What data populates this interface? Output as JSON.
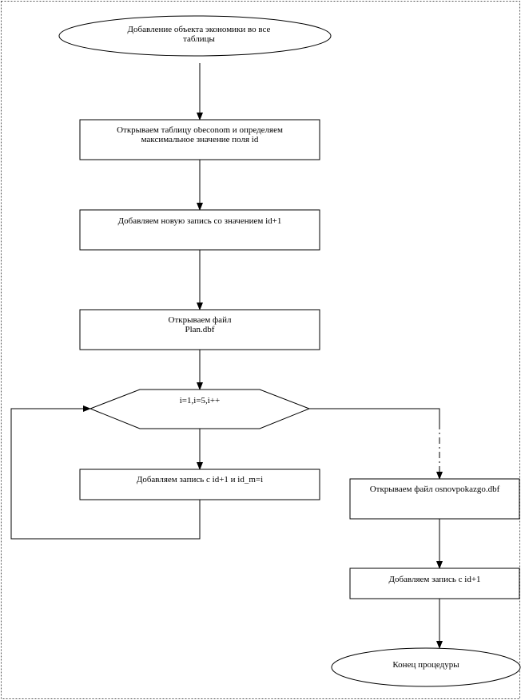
{
  "diagram": {
    "start": "Добавление объекта экономики во все\nтаблицы",
    "step_open_obeconom": "Открываем таблицу obeconom и определяем\nмаксимальное значение поля id",
    "step_add_record": "Добавляем новую запись со значением id+1",
    "step_open_plan": "Открываем файл\nPlan.dbf",
    "loop_condition": "i=1,i=5,i++",
    "step_loop_body": "Добавляем запись с id+1 и id_m=i",
    "step_open_osnov": "Открываем файл osnovpokazgo.dbf",
    "step_add_id": "Добавляем запись с id+1",
    "end": "Конец процедуры"
  },
  "colors": {
    "stroke": "#000000",
    "fill": "#ffffff",
    "border": "#555555"
  }
}
